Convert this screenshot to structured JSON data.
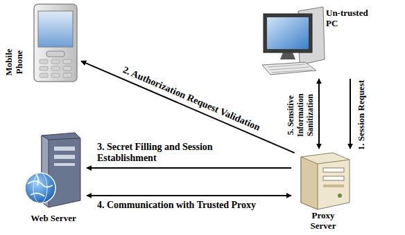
{
  "diagram": {
    "nodes": [
      {
        "text": [
          "Mobile Phone"
        ]
      },
      {
        "text": [
          "Un-trusted PC"
        ]
      },
      {
        "text": [
          "Web Server"
        ]
      },
      {
        "text": [
          "Proxy Server"
        ]
      }
    ],
    "edges": [
      {
        "from": 1,
        "to": 3,
        "label": "1. Session Request",
        "arrow": "to"
      },
      {
        "from": 3,
        "to": 0,
        "label": "2. Authorization Request Validation",
        "arrow": "to"
      },
      {
        "from": 3,
        "to": 2,
        "label": "3. Secret Filling and Session Establishment",
        "arrow": "to"
      },
      {
        "from": 3,
        "to": 2,
        "label": "4. Communication with Trusted Proxy",
        "arrow": "both"
      },
      {
        "from": 3,
        "to": 1,
        "label": "5. Sensitive Information Sanitization",
        "arrow": "both"
      }
    ]
  }
}
